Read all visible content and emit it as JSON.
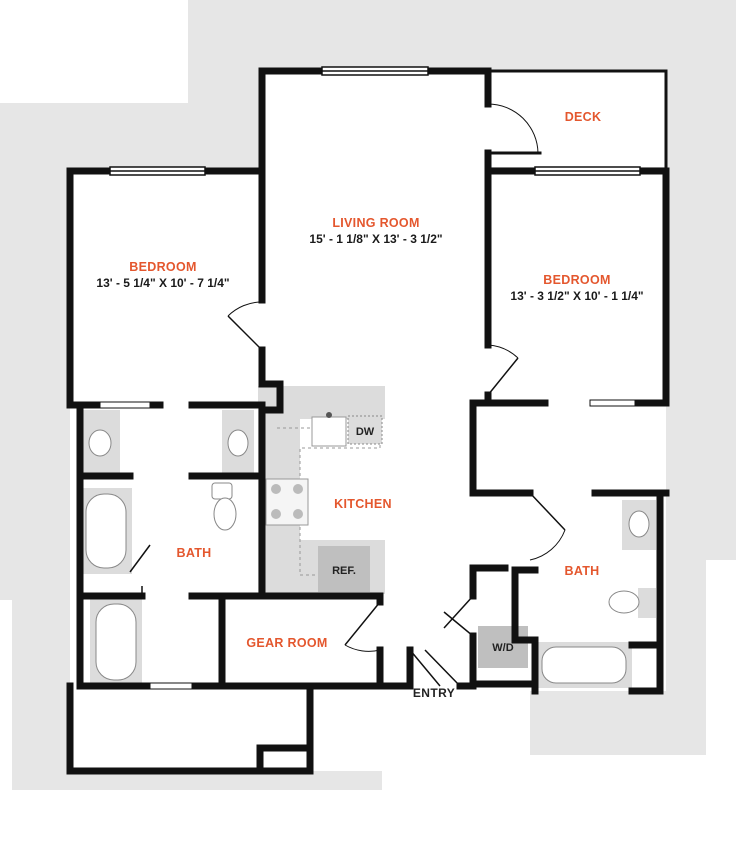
{
  "colors": {
    "wall": "#111111",
    "background_gray": "#e6e6e6",
    "fixture_gray": "#cfcfcf",
    "fixture_light": "#dcdcdc",
    "label_accent": "#e4572e",
    "floor": "#ffffff"
  },
  "rooms": {
    "living_room": {
      "name": "LIVING ROOM",
      "dimensions": "15' - 1 1/8\" X 13' - 3 1/2\""
    },
    "bedroom_left": {
      "name": "BEDROOM",
      "dimensions": "13' - 5 1/4\" X 10' - 7 1/4\""
    },
    "bedroom_right": {
      "name": "BEDROOM",
      "dimensions": "13' - 3 1/2\" X 10' - 1 1/4\""
    },
    "deck": {
      "name": "DECK"
    },
    "kitchen": {
      "name": "KITCHEN"
    },
    "bath_left": {
      "name": "BATH"
    },
    "bath_right": {
      "name": "BATH"
    },
    "gear_room": {
      "name": "GEAR ROOM"
    }
  },
  "appliances": {
    "dishwasher": "DW",
    "refrigerator": "REF.",
    "washer_dryer": "W/D"
  },
  "entry_label": "ENTRY"
}
